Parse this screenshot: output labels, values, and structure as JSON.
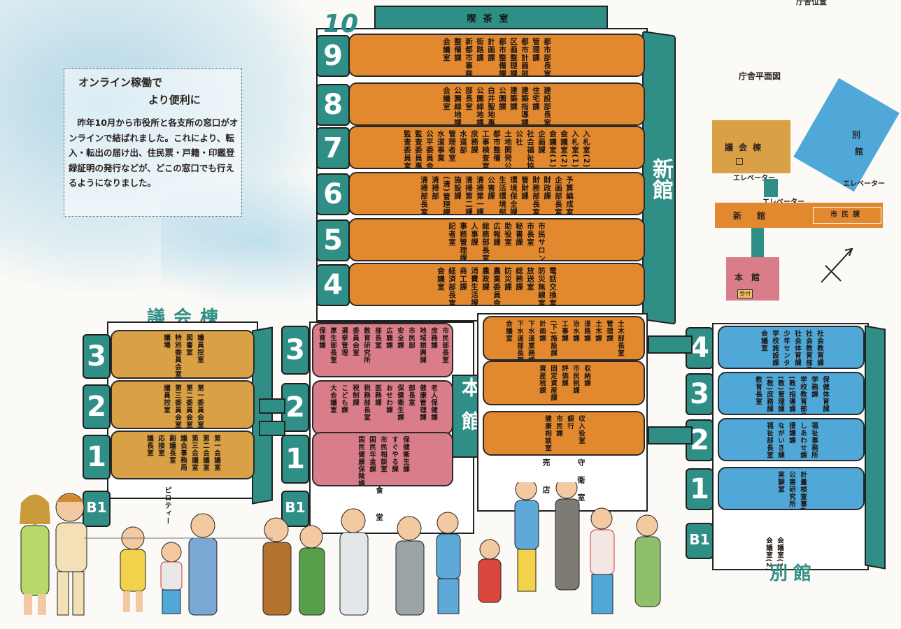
{
  "top_right_text": "庁舎位置",
  "intro": {
    "title1": "オンライン稼働で",
    "title2": "より便利に",
    "body": "昨年10月から市役所と各支所の窓口がオンラインで結ばれました。これにより、転入・転出の届け出、住民票・戸籍・印鑑登録証明の発行などが、どこの窓口でも行えるようになりました。"
  },
  "tower": {
    "floor10_num": "10",
    "floor10_label": "喫茶室",
    "vertical_label": "新館",
    "floors": [
      {
        "num": "9",
        "cols": [
          "都市部長室",
          "管理課",
          "都市計画部",
          "区画整理課",
          "都市整備課",
          "計画課",
          "街路課",
          "新都市事務所",
          "整備課",
          "会議室"
        ]
      },
      {
        "num": "8",
        "cols": [
          "建設部長室",
          "住宅課",
          "建築指導課",
          "建築課",
          "公園課",
          "白井聖地事務所",
          "公園緑地課",
          "部長室",
          "公園緑地課",
          "会議室"
        ]
      },
      {
        "num": "7",
        "cols": [
          "入札室(2)",
          "入札室(1)",
          "会議室(2)",
          "会議室(1)",
          "企画課",
          "社会福祉協議会",
          "公社",
          "土地開発公社",
          "都市整備",
          "工事検査室",
          "庶務課",
          "水道部",
          "管理者室",
          "水道事業",
          "公平委員会",
          "監査委員事務局",
          "監査委員室"
        ]
      },
      {
        "num": "6",
        "cols": [
          "予算編成室",
          "企画部長室",
          "財政課",
          "財務部長室",
          "管財課",
          "環境保全課",
          "生活環境部",
          "公害課",
          "清掃第一課",
          "清掃第二課",
          "施設課",
          "(清)管理課",
          "清掃部",
          "清掃部長室"
        ]
      },
      {
        "num": "5",
        "cols": [
          "市民サロン",
          "市長室",
          "秘書課",
          "助役室",
          "広報課",
          "総務部長室",
          "人事課",
          "事務管理課",
          "記者室"
        ]
      },
      {
        "num": "4",
        "cols": [
          "電話交換室",
          "防災無線室",
          "放送室",
          "総務課",
          "防災課",
          "農業委員会",
          "農政課",
          "消費生活課",
          "商工課",
          "経済部長室",
          "会議室"
        ]
      }
    ]
  },
  "lower_new": {
    "floors": [
      {
        "cols": [
          "土木部長室",
          "管理課",
          "土木課",
          "道路課",
          "治水課",
          "工事課",
          "(下)施設課",
          "計画課",
          "下水道業務課",
          "下水道部長室",
          "会議室"
        ]
      },
      {
        "cols": [
          "収納課",
          "市民税課",
          "評価課",
          "固定資産課",
          "資産税課"
        ]
      },
      {
        "cols": [
          "収入役室",
          "銀行",
          "市民課",
          "健康相談室"
        ]
      }
    ],
    "bottom_labels": [
      "売店",
      "守衛室"
    ]
  },
  "honkan": {
    "title": "本館",
    "floors": [
      {
        "num": "3",
        "cols": [
          "市民部長室",
          "庶務課",
          "地域振興課",
          "市民部",
          "安全課",
          "広聴課",
          "部長室",
          "教育研究所",
          "委員会室",
          "選挙管理",
          "厚生部長室",
          "保育課"
        ]
      },
      {
        "num": "2",
        "cols": [
          "老人保健課",
          "健康管理課",
          "部長室",
          "保健衛生課",
          "おせわ課",
          "医務課",
          "税務部長室",
          "税制課",
          "こども課",
          "大会議室"
        ]
      },
      {
        "num": "1",
        "cols": [
          "保健衛生課",
          "すぐやる課",
          "市民相談室",
          "国民年金課",
          "国民健康保険課"
        ]
      },
      {
        "num": "B1",
        "cols": [
          "食堂"
        ]
      }
    ]
  },
  "gikai": {
    "title": "議会棟",
    "floors": [
      {
        "num": "3",
        "cols": [
          "議員控室",
          "図書室",
          "特別委員会室",
          "議場"
        ]
      },
      {
        "num": "2",
        "cols": [
          "第一委員会室",
          "第二委員会室",
          "第三委員会室",
          "議員控室"
        ]
      },
      {
        "num": "1",
        "cols": [
          "第一会議室",
          "第二会議室",
          "第三会議室",
          "議会事務局",
          "副議長室",
          "応接室",
          "議長室"
        ]
      },
      {
        "num": "B1",
        "cols": [
          "ピロティー"
        ]
      }
    ]
  },
  "bekkan": {
    "title": "別館",
    "floors": [
      {
        "num": "4",
        "cols": [
          "社会教育課",
          "社会教育部長室",
          "社会体育課",
          "少年センター",
          "学校施設課",
          "会議室"
        ]
      },
      {
        "num": "3",
        "cols": [
          "保健体育課",
          "学務課",
          "学校教育部長室",
          "(教)指導課",
          "(教)管理課",
          "(教)庶務課",
          "教育長室"
        ]
      },
      {
        "num": "2",
        "cols": [
          "福祉事務所",
          "しあわせ課",
          "援護課",
          "ながいき課",
          "福祉部長室"
        ]
      },
      {
        "num": "1",
        "cols": [
          "計量検査事務所",
          "公害研究所",
          "実験室"
        ]
      },
      {
        "num": "B1",
        "cols": [
          "会議室(1)",
          "会議室(2)"
        ]
      }
    ]
  },
  "plan": {
    "title": "庁舎平面図",
    "gikai": "議会棟",
    "bekkan": "別館",
    "shinkan": "新館",
    "honkan": "本館",
    "shimin": "市民課",
    "elevator1": "エレベーター",
    "elevator2": "エレベーター",
    "elevator3": "エレベーター",
    "uketsuke": "受付"
  },
  "colors": {
    "teal": "#2f8f86",
    "orange": "#e2892f",
    "tan": "#d9a046",
    "pink": "#da7d8a",
    "blue": "#4fa8d8"
  }
}
